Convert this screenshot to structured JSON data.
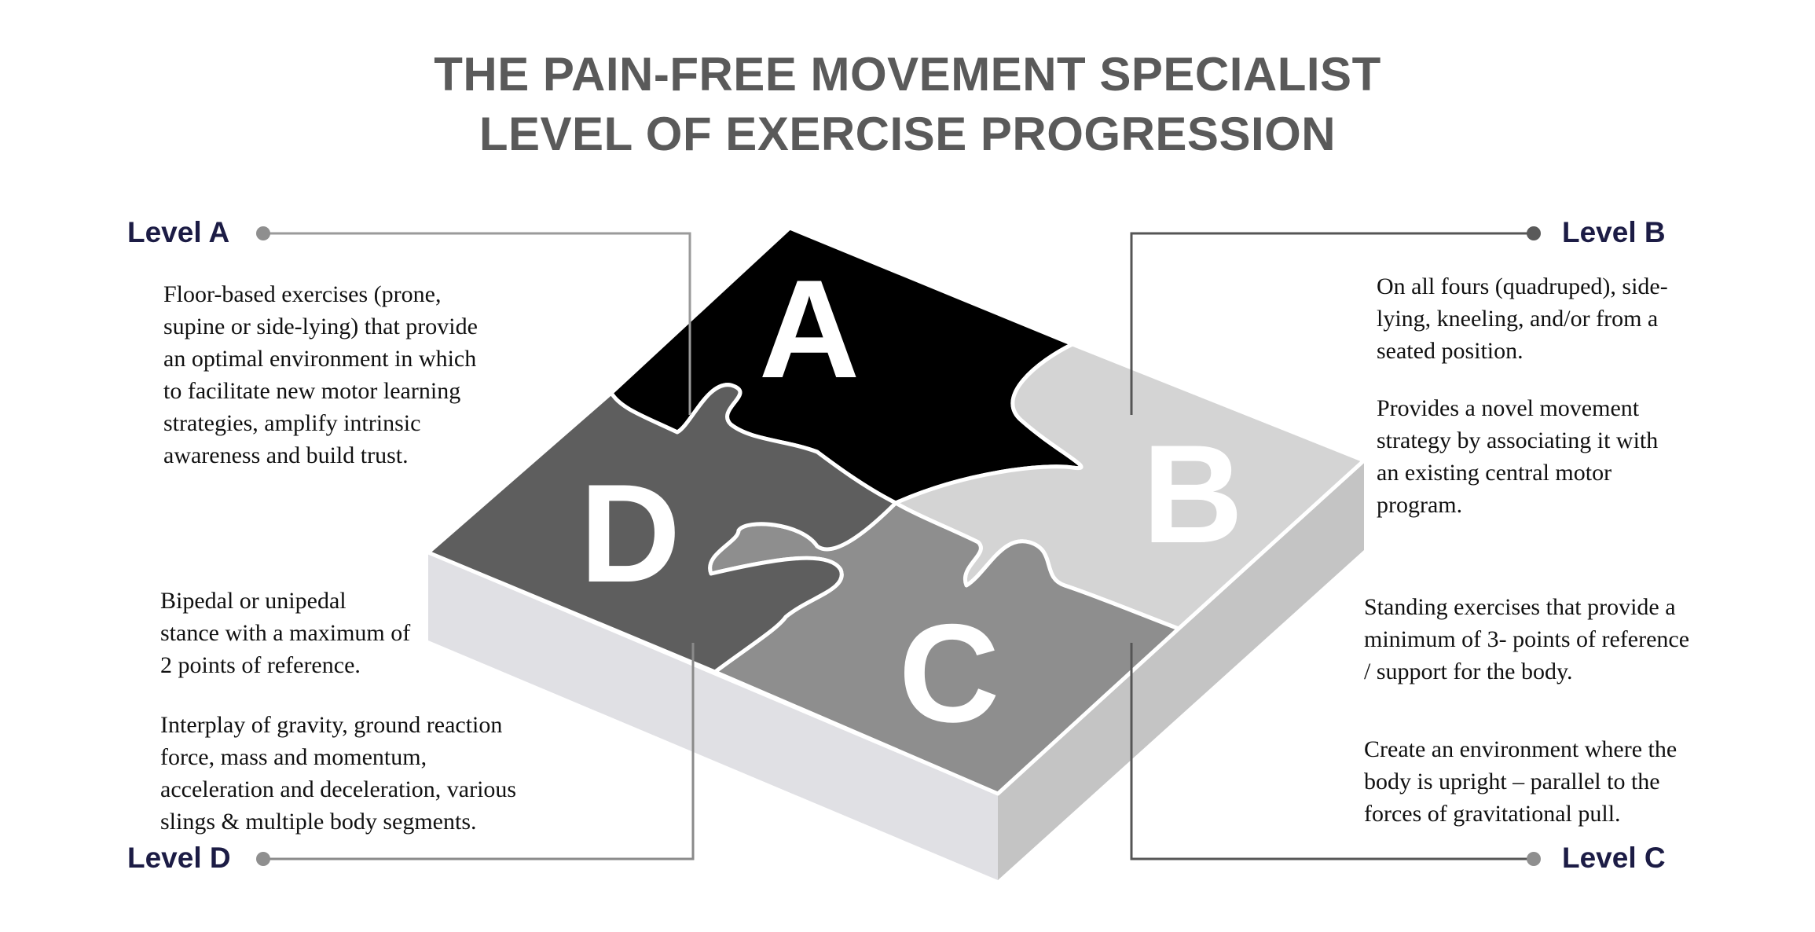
{
  "title": {
    "line1": "THE PAIN-FREE MOVEMENT SPECIALIST",
    "line2": "LEVEL OF EXERCISE PROGRESSION"
  },
  "levels": {
    "a": {
      "label": "Level A",
      "letter": "A",
      "color": "#000000",
      "paragraphs": [
        "Floor-based exercises (prone,\nsupine or side-lying) that provide\nan optimal environment in which\nto facilitate new motor learning\nstrategies, amplify intrinsic\nawareness and build trust."
      ]
    },
    "b": {
      "label": "Level B",
      "letter": "B",
      "color": "#d4d4d4",
      "paragraphs": [
        "On all fours (quadruped), side-\nlying, kneeling, and/or from a\nseated position.",
        "Provides a novel movement\nstrategy by associating it with\nan existing central motor\nprogram."
      ]
    },
    "c": {
      "label": "Level C",
      "letter": "C",
      "color": "#8e8e8e",
      "paragraphs": [
        "Standing exercises that provide a\nminimum of 3- points of reference\n/ support for the body.",
        "Create an environment where the\nbody is upright – parallel to the\nforces of gravitational pull."
      ]
    },
    "d": {
      "label": "Level D",
      "letter": "D",
      "color": "#5e5e5e",
      "paragraphs": [
        "Bipedal or unipedal\nstance with a maximum of\n2 points of reference.",
        "Interplay of gravity, ground reaction\nforce, mass and momentum,\nacceleration and deceleration, various\nslings & multiple body segments."
      ]
    }
  }
}
